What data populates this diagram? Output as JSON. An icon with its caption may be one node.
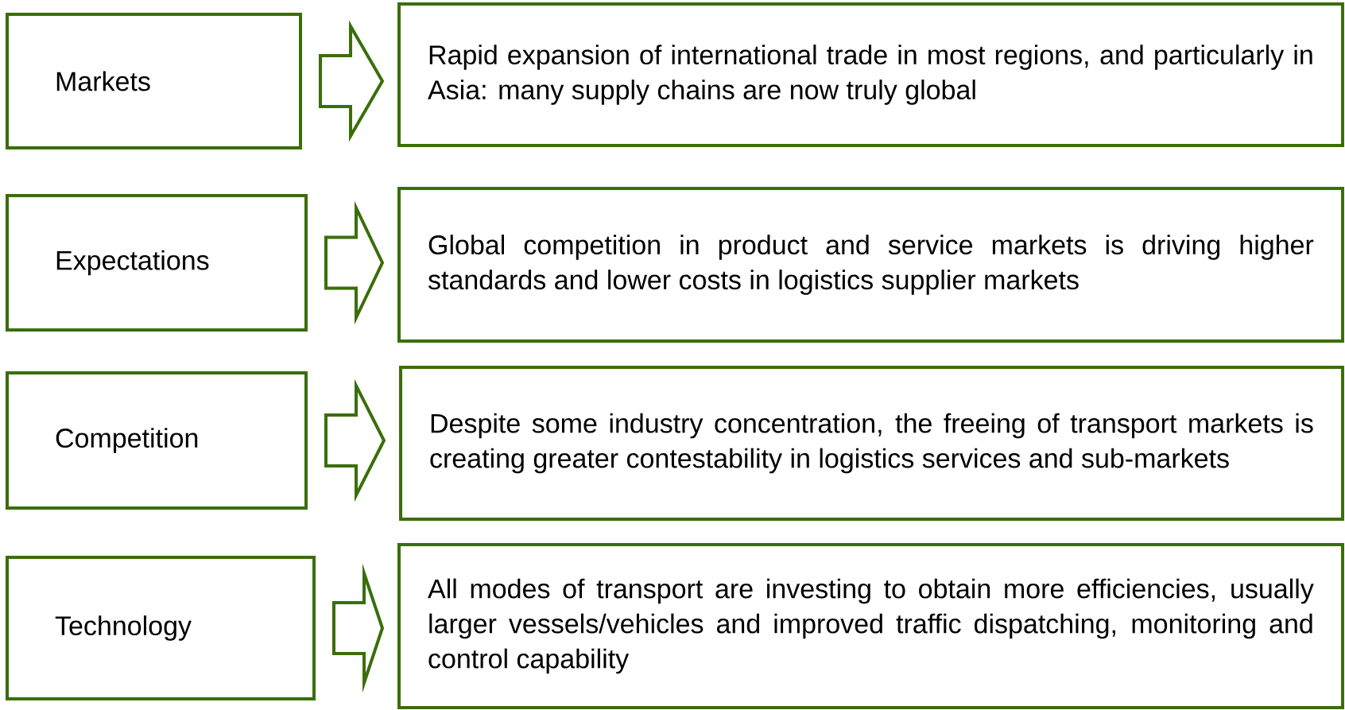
{
  "diagram": {
    "nodes": [
      {
        "text": [
          "Markets"
        ]
      },
      {
        "text": [
          "Rapid expansion of international trade in most regions, and particularly in Asia: many supply chains are now truly global"
        ]
      },
      {
        "text": [
          "Expectations"
        ]
      },
      {
        "text": [
          "Global competition in product and service markets is driving higher standards and lower costs in logistics supplier markets"
        ]
      },
      {
        "text": [
          "Competition"
        ]
      },
      {
        "text": [
          "Despite some industry concentration, the freeing of transport markets is creating greater contestability in logistics services and sub-markets"
        ]
      },
      {
        "text": [
          "Technology"
        ]
      },
      {
        "text": [
          "All modes of transport are investing to obtain more efficiencies, usually larger vessels/vehicles and improved traffic dispatching, monitoring and control capability"
        ]
      }
    ],
    "edges": [
      {
        "from": 0,
        "to": 1,
        "arrow": "to"
      },
      {
        "from": 2,
        "to": 3,
        "arrow": "to"
      },
      {
        "from": 4,
        "to": 5,
        "arrow": "to"
      },
      {
        "from": 6,
        "to": 7,
        "arrow": "to"
      }
    ]
  }
}
